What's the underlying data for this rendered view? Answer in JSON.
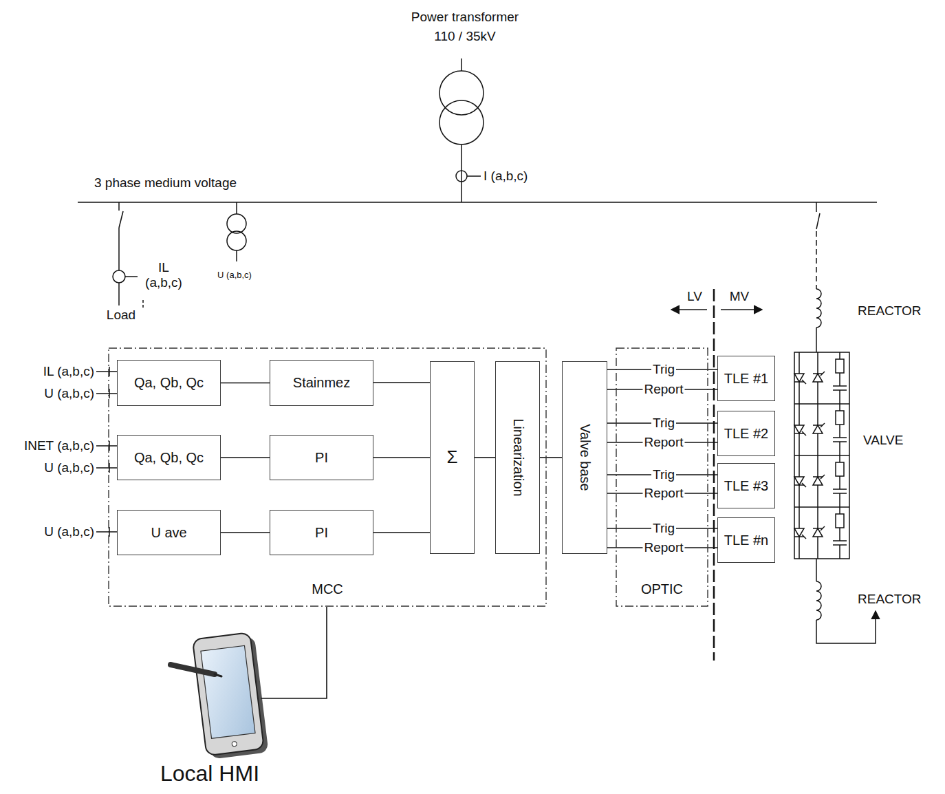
{
  "diagram": {
    "nodes": [
      {
        "text": [
          "MCC"
        ]
      },
      {
        "text": [
          "Qa, Qb, Qc"
        ],
        "in": 0
      },
      {
        "text": [
          "Stainmez"
        ],
        "in": 0
      },
      {
        "text": [
          "Qa, Qb, Qc"
        ],
        "in": 0
      },
      {
        "text": [
          "PI"
        ],
        "in": 0
      },
      {
        "text": [
          "U ave"
        ],
        "in": 0
      },
      {
        "text": [
          "PI"
        ],
        "in": 0
      },
      {
        "text": [
          "Σ"
        ],
        "in": 0
      },
      {
        "text": [
          "Linearization"
        ],
        "in": 0
      },
      {
        "text": [
          "Valve base"
        ]
      },
      {
        "text": [
          "OPTIC"
        ]
      },
      {
        "text": [
          "TLE #1"
        ]
      },
      {
        "text": [
          "TLE #2"
        ]
      },
      {
        "text": [
          "TLE #3"
        ]
      },
      {
        "text": [
          "TLE #n"
        ]
      },
      {
        "text": [
          "Local HMI"
        ]
      }
    ],
    "edges": [
      {
        "from": 1,
        "to": 2,
        "arrow": "none"
      },
      {
        "from": 2,
        "to": 7,
        "arrow": "none"
      },
      {
        "from": 3,
        "to": 4,
        "arrow": "none"
      },
      {
        "from": 4,
        "to": 7,
        "arrow": "none"
      },
      {
        "from": 5,
        "to": 6,
        "arrow": "none"
      },
      {
        "from": 6,
        "to": 7,
        "arrow": "none"
      },
      {
        "from": 7,
        "to": 8,
        "arrow": "none"
      },
      {
        "from": 8,
        "to": 9,
        "arrow": "none"
      },
      {
        "from": 9,
        "to": 11,
        "label": "Trig",
        "arrow": "none"
      },
      {
        "from": 9,
        "to": 11,
        "label": "Report",
        "arrow": "none"
      },
      {
        "from": 9,
        "to": 12,
        "label": "Trig",
        "arrow": "none"
      },
      {
        "from": 9,
        "to": 12,
        "label": "Report",
        "arrow": "none"
      },
      {
        "from": 9,
        "to": 13,
        "label": "Trig",
        "arrow": "none"
      },
      {
        "from": 9,
        "to": 13,
        "label": "Report",
        "arrow": "none"
      },
      {
        "from": 9,
        "to": 14,
        "label": "Trig",
        "arrow": "none"
      },
      {
        "from": 9,
        "to": 14,
        "label": "Report",
        "arrow": "none"
      },
      {
        "from": 0,
        "to": 15,
        "arrow": "none"
      }
    ],
    "labels": [
      "Power transformer",
      "110 / 35kV",
      "I (a,b,c)",
      "3 phase medium voltage",
      "IL (a,b,c)",
      "Load",
      "U (a,b,c)",
      "LV",
      "MV",
      "REACTOR",
      "VALVE",
      "REACTOR",
      "IL (a,b,c)",
      "U (a,b,c)",
      "INET (a,b,c)",
      "U (a,b,c)",
      "U (a,b,c)"
    ]
  }
}
